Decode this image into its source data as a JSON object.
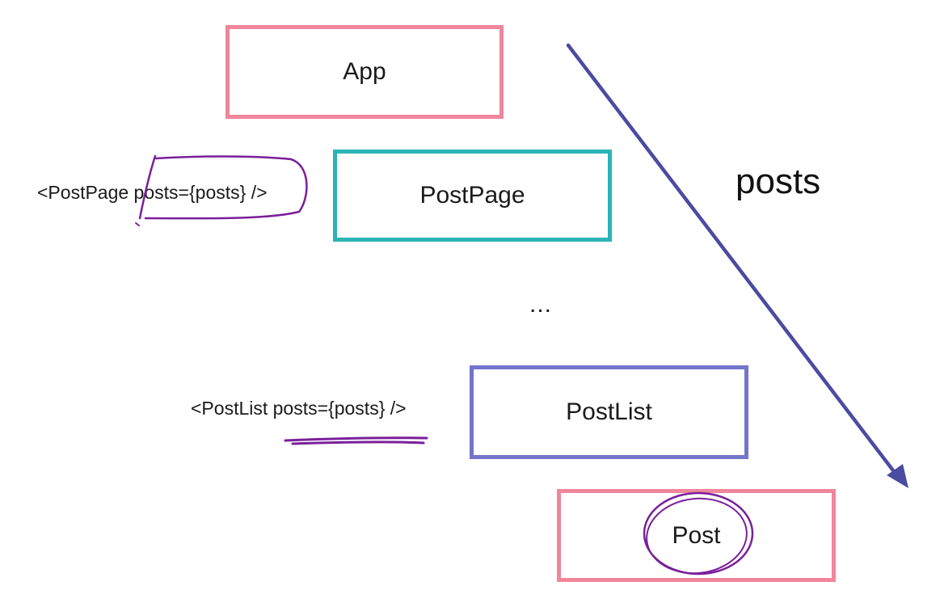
{
  "boxes": {
    "app": "App",
    "post_page": "PostPage",
    "post_list": "PostList",
    "post": "Post"
  },
  "code_snippets": {
    "post_page": "<PostPage posts={posts} />",
    "post_list": "<PostList posts={posts} />"
  },
  "ellipsis": "...",
  "arrow_label": "posts",
  "colors": {
    "app_border": "#f0869b",
    "post_page_border": "#2bb3b5",
    "post_list_border": "#7474cc",
    "post_border": "#f0869b",
    "arrow": "#4b4ba0",
    "annotation": "#7a1f9a"
  }
}
